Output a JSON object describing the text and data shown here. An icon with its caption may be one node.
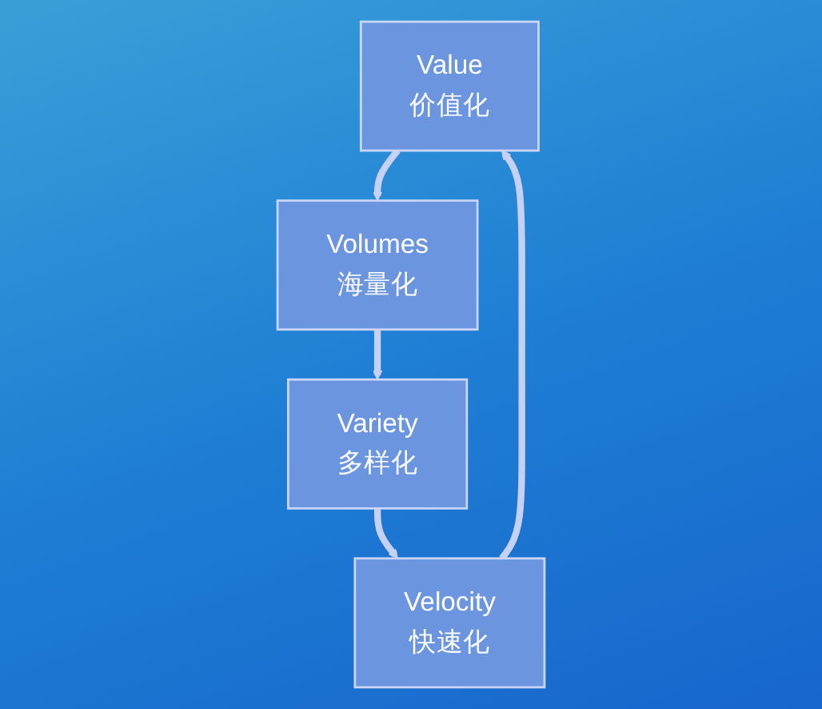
{
  "diagram": {
    "nodes": [
      {
        "text": [
          "Value",
          "价值化"
        ]
      },
      {
        "text": [
          "Volumes",
          "海量化"
        ]
      },
      {
        "text": [
          "Velocity",
          "快速化"
        ]
      },
      {
        "text": [
          "Variety",
          "多样化"
        ]
      }
    ],
    "edges": [
      {
        "from": 0,
        "to": 1,
        "arrow": "to"
      },
      {
        "from": 1,
        "to": 3,
        "arrow": "to"
      },
      {
        "from": 3,
        "to": 2,
        "arrow": "to"
      },
      {
        "from": 2,
        "to": 0,
        "arrow": "to"
      }
    ]
  }
}
